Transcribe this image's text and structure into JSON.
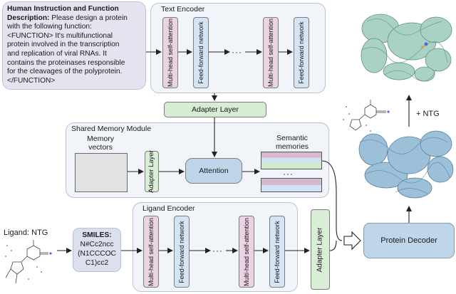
{
  "instruction": {
    "title": "Human Instruction and Function Description:",
    "lines": [
      " Please design a protein",
      "with the following function:",
      "<FUNCTION>  It's multifunctional",
      "protein involved in the transcription",
      "and replication of viral RNAs. It",
      "contains the proteinases responsible",
      "for the cleavages of the polyprotein.",
      "</FUNCTION>"
    ]
  },
  "text_encoder": {
    "title": "Text Encoder",
    "attention_label": "Multi-head self-attention",
    "ffn_label": "Feed-forward network",
    "dots": "···"
  },
  "adapter_top": "Adapter Layer",
  "shared_memory": {
    "title": "Shared Memory Module",
    "memory_label": "Memory vectors",
    "adapter_label": "Adapter Layer",
    "attention_label": "Attention",
    "semantic_label": "Semantic memories",
    "dots": "···"
  },
  "ligand": {
    "input_label": "Ligand: NTG",
    "smiles_title": "SMILES:",
    "smiles_lines": [
      "N#Cc2ncc",
      "(N1CCCOC",
      "C1)cc2"
    ]
  },
  "ligand_encoder": {
    "title": "Ligand Encoder",
    "attention_label": "Multi-head self-attention",
    "ffn_label": "Feed-forward network",
    "dots": "···",
    "adapter_label": "Adapter Layer"
  },
  "protein_decoder": "Protein Decoder",
  "plus_ntg": "+ NTG",
  "colors": {
    "panel": "#f1f4f9",
    "instruction": "#e6e3f1",
    "attention_block": "#ead3e3",
    "ffn_block": "#d4e4f5",
    "adapter": "#d6ecd3",
    "attention": "#bfd6ea",
    "protein_top": "#a9d2c4",
    "protein_bottom": "#9cc0d8"
  }
}
